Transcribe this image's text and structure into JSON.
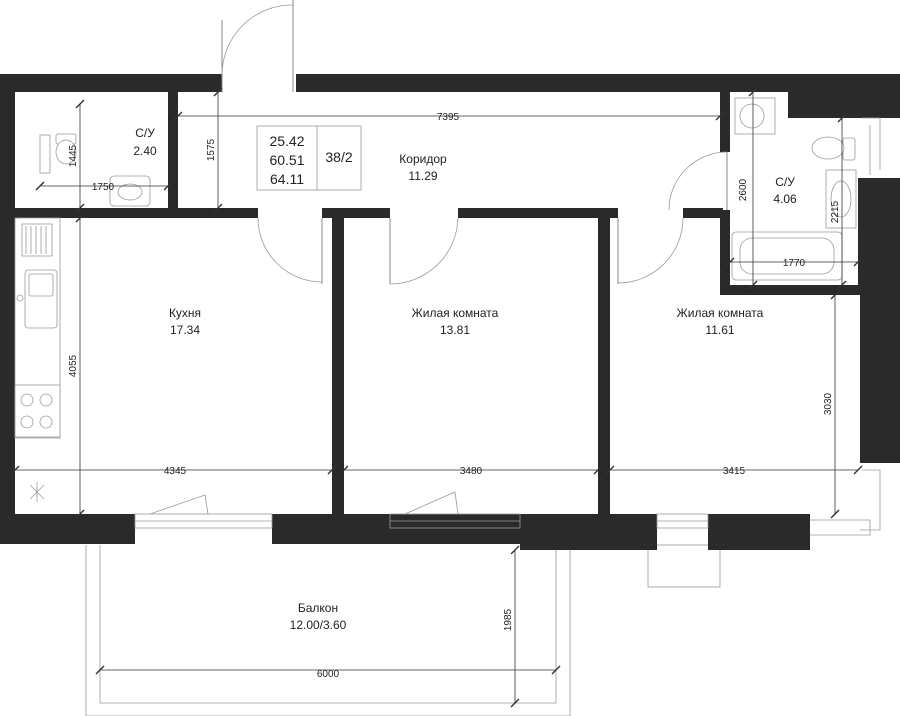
{
  "summary": {
    "living_area": "25.42",
    "total_area": "60.51",
    "area_with_balcony": "64.11",
    "apartment_code": "38/2"
  },
  "rooms": {
    "bathroom_1": {
      "name": "С/У",
      "area": "2.40"
    },
    "corridor": {
      "name": "Коридор",
      "area": "11.29"
    },
    "bathroom_2": {
      "name": "С/У",
      "area": "4.06"
    },
    "kitchen": {
      "name": "Кухня",
      "area": "17.34"
    },
    "living_room_1": {
      "name": "Жилая комната",
      "area": "13.81"
    },
    "living_room_2": {
      "name": "Жилая комната",
      "area": "11.61"
    },
    "balcony": {
      "name": "Балкон",
      "area": "12.00/3.60"
    }
  },
  "dimensions": {
    "bath1_height": "1445",
    "bath1_width": "1750",
    "entry_depth": "1575",
    "corridor_length": "7395",
    "bath2_height": "2600",
    "bath2_inner_height": "2215",
    "bath2_width": "1770",
    "kitchen_depth": "4055",
    "kitchen_width": "4345",
    "living1_width": "3480",
    "living2_width": "3415",
    "living2_depth": "3030",
    "balcony_depth": "1985",
    "balcony_width": "6000"
  }
}
